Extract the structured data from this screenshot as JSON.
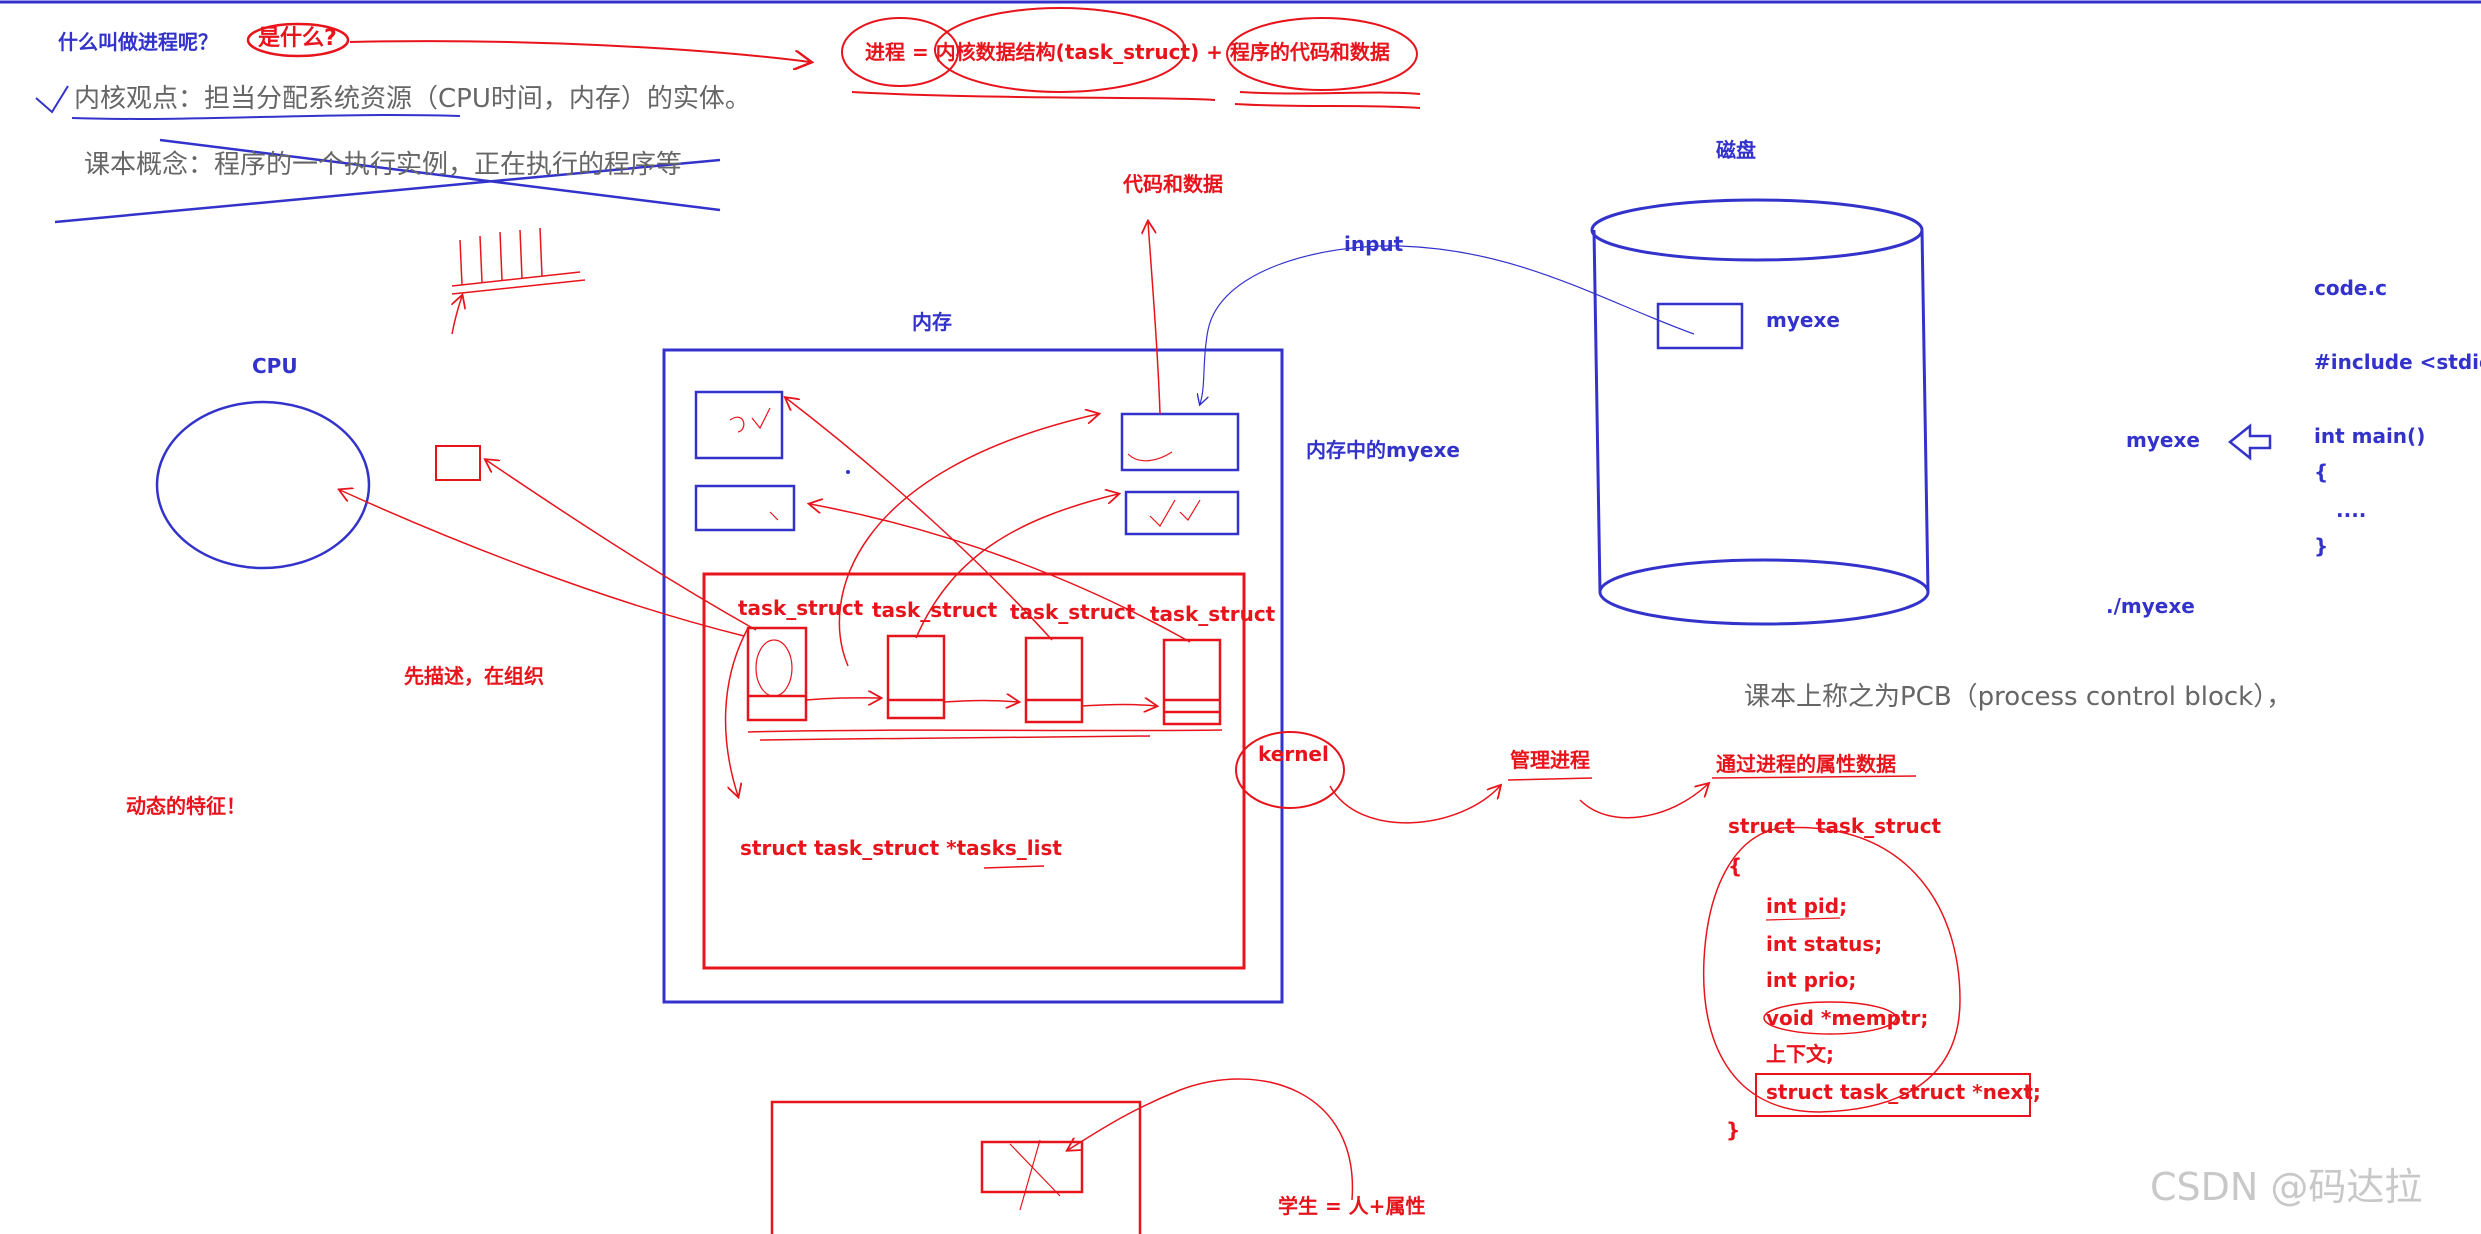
{
  "colors": {
    "red": "#e8141c",
    "blue": "#3333cc",
    "gray": "#666666"
  },
  "header": {
    "question": "什么叫做进程呢？",
    "what_is_it": "是什么?",
    "formula": "进程 = 内核数据结构(task_struct) + 程序的代码和数据"
  },
  "notes": {
    "kernel_view": "内核观点：担当分配系统资源（CPU时间，内存）的实体。",
    "textbook_concept": "课本概念：程序的一个执行实例，正在执行的程序等",
    "describe_then_organize": "先描述，在组织",
    "dynamic_feature": "动态的特征！",
    "pcb_note": "课本上称之为PCB（process control block），",
    "student_formula": "学生 = 人+属性"
  },
  "diagram": {
    "cpu_label": "CPU",
    "memory_label": "内存",
    "code_data_label": "代码和数据",
    "input_label": "input",
    "disk_label": "磁盘",
    "disk_file": "myexe",
    "memory_myexe": "内存中的myexe",
    "task_struct_labels": [
      "task_struct",
      "task_struct",
      "task_struct",
      "task_struct"
    ],
    "task_list_decl": "struct task_struct *tasks_list",
    "kernel_label": "kernel",
    "manage_label": "管理进程",
    "attr_label": "通过进程的属性数据"
  },
  "source_code": {
    "filename": "code.c",
    "include": "#include <stdio",
    "main_sig": "int main()",
    "open_brace": "{",
    "dots": "....",
    "close_brace": "}"
  },
  "exe": {
    "name": "myexe",
    "run": "./myexe"
  },
  "struct_def": {
    "header": "struct   task_struct",
    "open": "{",
    "fields": [
      "int pid;",
      "int status;",
      "int prio;",
      "void *memptr;",
      "上下文;",
      "struct task_struct *next;"
    ],
    "close": "}"
  },
  "watermark": "CSDN @码达拉"
}
